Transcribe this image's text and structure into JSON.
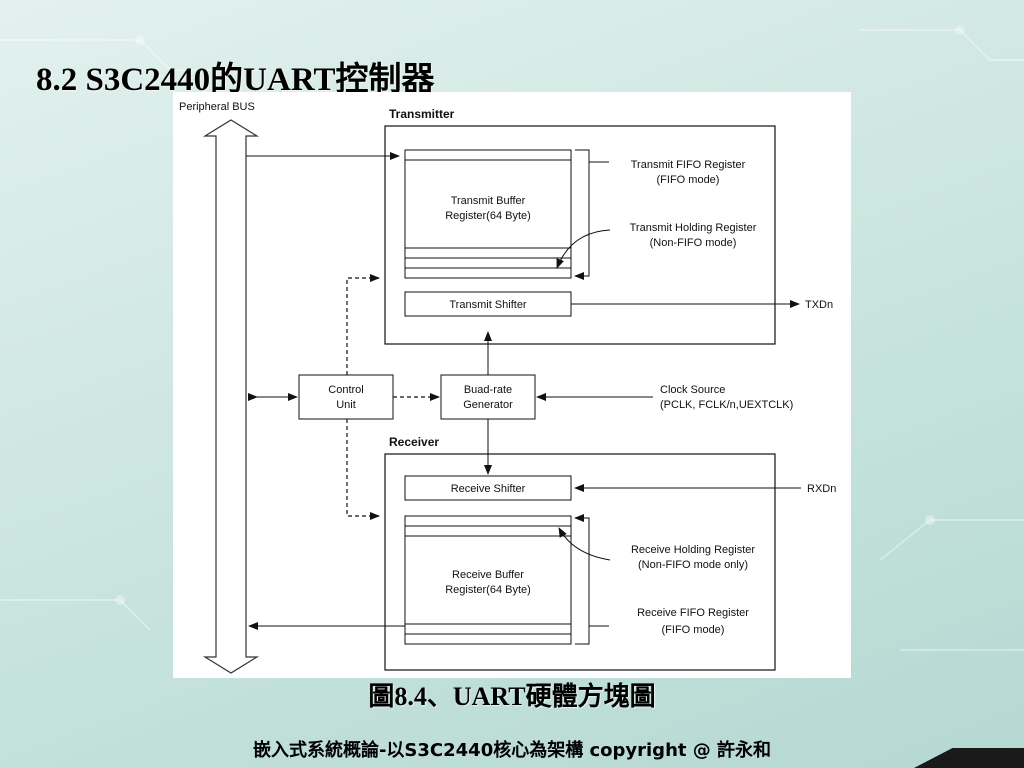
{
  "slide": {
    "title": "8.2  S3C2440的UART控制器",
    "caption": "圖8.4、UART硬體方塊圖",
    "footer": "嵌入式系統概論-以S3C2440核心為架構 copyright @ 許永和"
  },
  "diagram": {
    "peripheral_bus": "Peripheral BUS",
    "transmitter": {
      "title": "Transmitter",
      "buffer_line1": "Transmit Buffer",
      "buffer_line2": "Register(64 Byte)",
      "fifo_reg_line1": "Transmit FIFO Register",
      "fifo_reg_line2": "(FIFO mode)",
      "holding_reg_line1": "Transmit Holding Register",
      "holding_reg_line2": "(Non-FIFO mode)",
      "shifter": "Transmit Shifter",
      "output": "TXDn"
    },
    "control_unit_line1": "Control",
    "control_unit_line2": "Unit",
    "baud_line1": "Buad-rate",
    "baud_line2": "Generator",
    "clock_source_line1": "Clock Source",
    "clock_source_line2": "(PCLK, FCLK/n,UEXTCLK)",
    "receiver": {
      "title": "Receiver",
      "shifter": "Receive Shifter",
      "input": "RXDn",
      "holding_reg_line1": "Receive Holding Register",
      "holding_reg_line2": "(Non-FIFO mode only)",
      "buffer_line1": "Receive Buffer",
      "buffer_line2": "Register(64 Byte)",
      "fifo_reg_line1": "Receive FIFO Register",
      "fifo_reg_line2": "(FIFO mode)"
    }
  }
}
